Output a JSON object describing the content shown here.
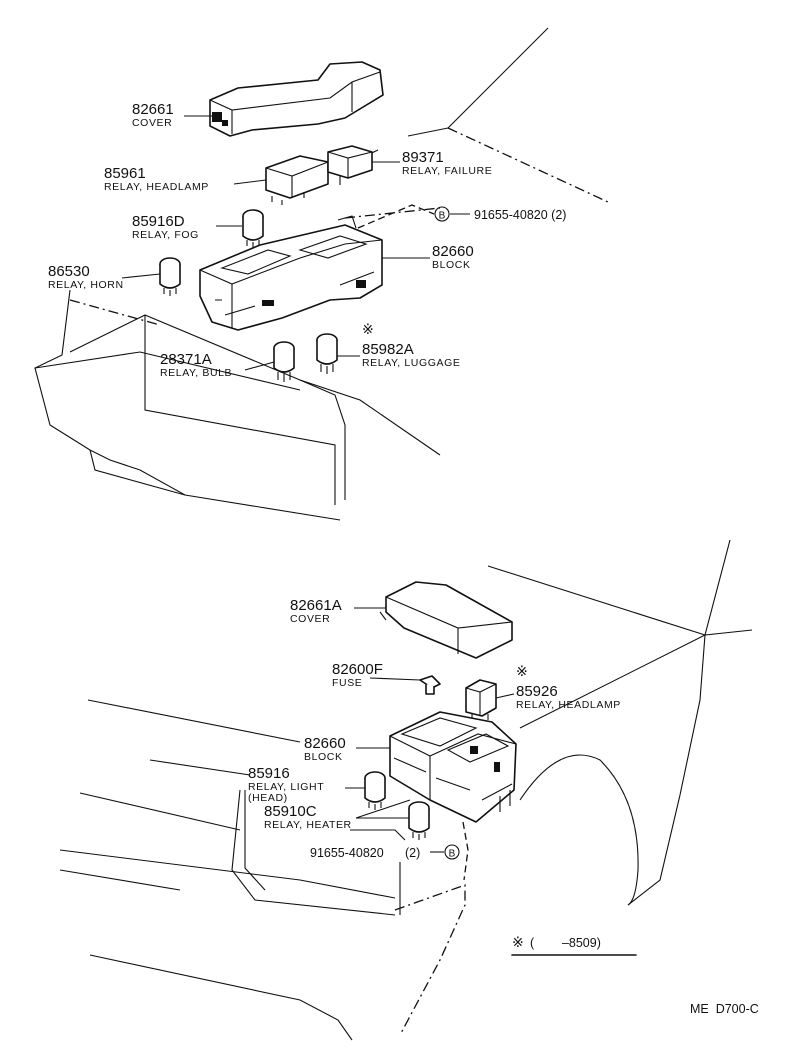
{
  "upper": {
    "cover": {
      "number": "82661",
      "name": "COVER"
    },
    "relay_headlamp": {
      "number": "85961",
      "name": "RELAY, HEADLAMP"
    },
    "relay_failure": {
      "number": "89371",
      "name": "RELAY, FAILURE"
    },
    "relay_fog": {
      "number": "85916D",
      "name": "RELAY, FOG"
    },
    "bolt": {
      "badge": "B",
      "number": "91655-40820 (2)"
    },
    "relay_horn": {
      "number": "86530",
      "name": "RELAY, HORN"
    },
    "block": {
      "number": "82660",
      "name": "BLOCK"
    },
    "relay_bulb": {
      "number": "28371A",
      "name": "RELAY, BULB"
    },
    "relay_luggage": {
      "mark": "※",
      "number": "85982A",
      "name": "RELAY, LUGGAGE"
    }
  },
  "lower": {
    "cover": {
      "number": "82661A",
      "name": "COVER"
    },
    "fuse": {
      "number": "82600F",
      "name": "FUSE"
    },
    "relay_headlamp": {
      "mark": "※",
      "number": "85926",
      "name": "RELAY, HEADLAMP"
    },
    "block": {
      "number": "82660",
      "name": "BLOCK"
    },
    "relay_light": {
      "number": "85916",
      "name_line1": "RELAY, LIGHT",
      "name_line2": "(HEAD)"
    },
    "relay_heater": {
      "number": "85910C",
      "name": "RELAY, HEATER"
    },
    "bolt": {
      "number": "91655-40820",
      "qty": "(2)",
      "badge": "B"
    }
  },
  "footnote": {
    "mark": "※",
    "text": "(        –8509)"
  },
  "code": "ME  D700-C"
}
